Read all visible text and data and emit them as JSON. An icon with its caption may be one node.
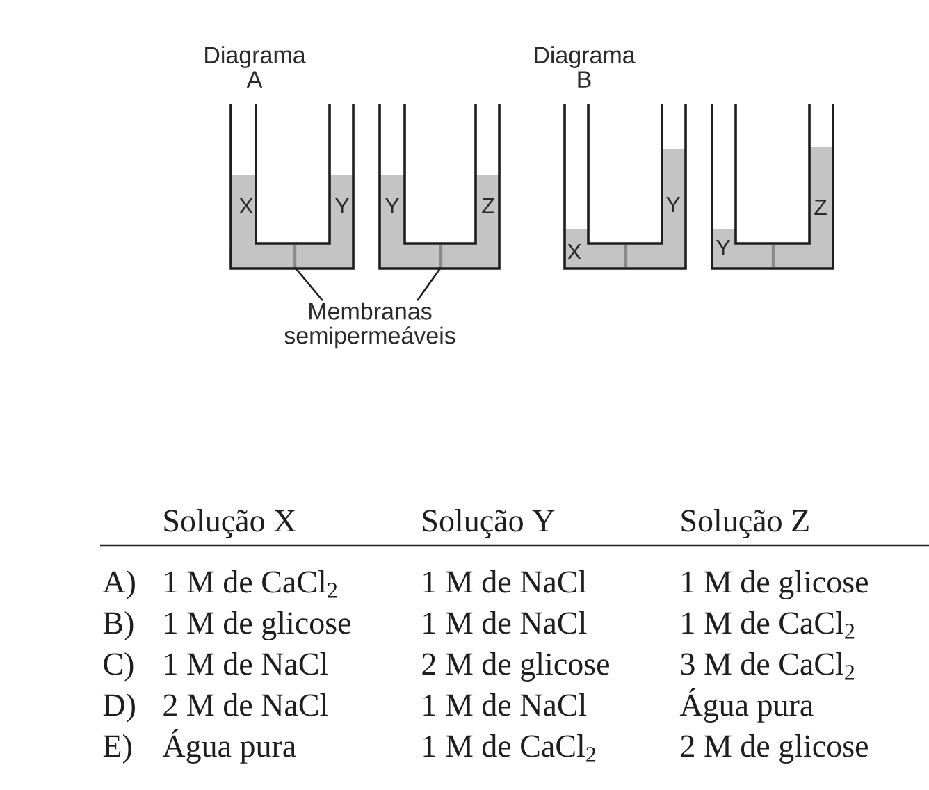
{
  "diagram": {
    "nodes": [
      {
        "text": [
          "Membranas semipermeáveis"
        ]
      },
      {
        "text": [],
        "shape": "bar"
      },
      {
        "text": [],
        "shape": "bar"
      }
    ],
    "edges": [
      {
        "from": 0,
        "to": 1,
        "arrow": "none"
      },
      {
        "from": 0,
        "to": 2,
        "arrow": "none"
      }
    ],
    "labels": [
      "Diagrama A",
      "X",
      "Y",
      "Y",
      "Z",
      "Diagrama B",
      "X",
      "Y",
      "Y",
      "Z",
      "Solução X",
      "Solução Y",
      "Solução Z",
      "A)",
      "1 M de CaCl$_{2}$",
      "1 M de NaCl",
      "1 M de glicose",
      "B)",
      "1 M de glicose",
      "1 M de NaCl",
      "1 M de CaCl$_{2}$",
      "C)",
      "1 M de NaCl",
      "2 M de glicose",
      "3 M de CaCl$_{2}$",
      "D)",
      "2 M de NaCl",
      "1 M de NaCl",
      "Água pura",
      "E)",
      "Água pura",
      "1 M de CaCl$_{2}$",
      "2 M de glicose"
    ]
  }
}
